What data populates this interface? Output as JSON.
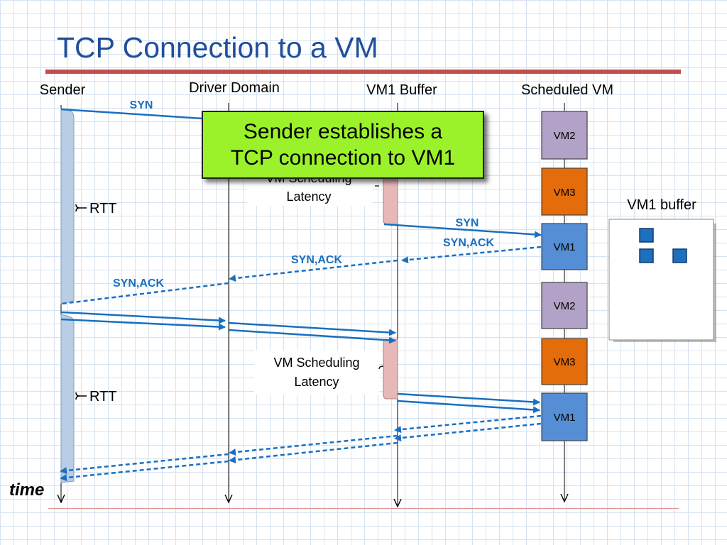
{
  "title": "TCP Connection to a VM",
  "columns": {
    "sender": "Sender",
    "driver": "Driver Domain",
    "buffer": "VM1 Buffer",
    "scheduled": "Scheduled VM"
  },
  "messages": {
    "syn_top": "SYN",
    "syn_mid": "SYN",
    "synack_vm": "SYN,ACK",
    "synack_buffer": "SYN,ACK",
    "synack_driver": "SYN,ACK"
  },
  "rtt_labels": [
    "RTT",
    "RTT"
  ],
  "latency_labels": [
    {
      "line1": "VM Scheduling",
      "line2": "Latency"
    },
    {
      "line1": "VM Scheduling",
      "line2": "Latency"
    }
  ],
  "vm_slots": [
    {
      "label": "VM2",
      "color": "#b3a2c7"
    },
    {
      "label": "VM3",
      "color": "#e46c0a"
    },
    {
      "label": "VM1",
      "color": "#558ed5"
    },
    {
      "label": "VM2",
      "color": "#b3a2c7"
    },
    {
      "label": "VM3",
      "color": "#e46c0a"
    },
    {
      "label": "VM1",
      "color": "#558ed5"
    }
  ],
  "buffer_panel_label": "VM1 buffer",
  "callout": {
    "line1": "Sender establishes a",
    "line2": "TCP connection to VM1"
  },
  "time_label": "time",
  "colors": {
    "arrow": "#1a6fc0",
    "title": "#1f4e9a",
    "rule": "#c0504d",
    "callout": "#9bf22b",
    "rtt_bar": "#b9cde5",
    "latency_bar": "#e6b9b8",
    "buffer_packet": "#1f6fbf"
  }
}
